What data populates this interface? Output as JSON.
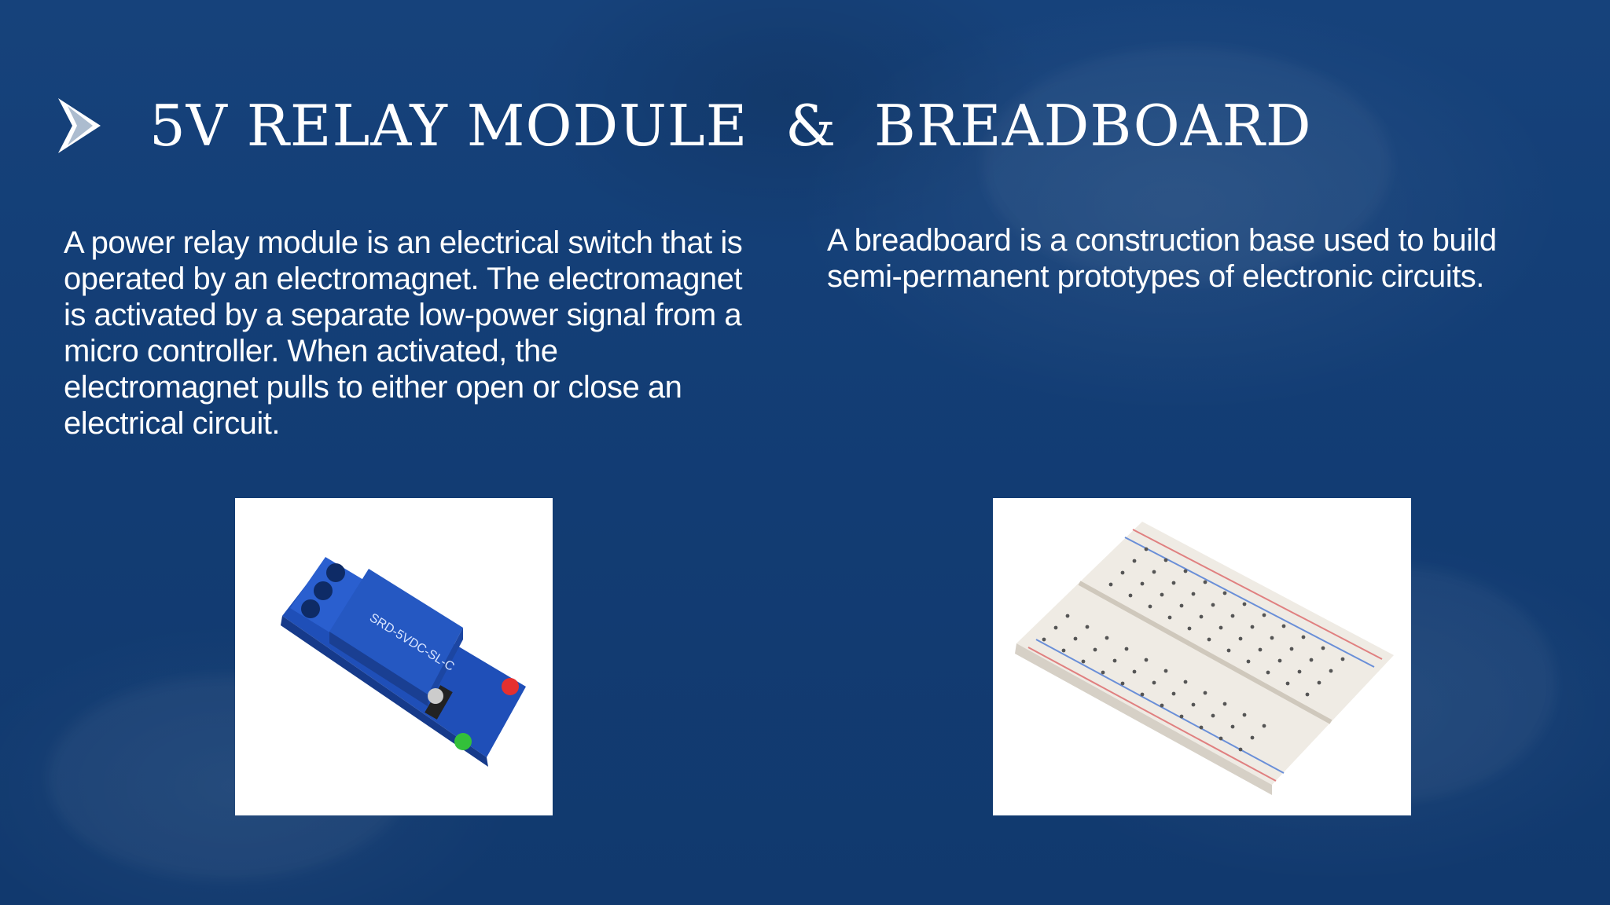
{
  "slide": {
    "title": "5V RELAY MODULE  &  BREADBOARD",
    "bullet_icon": "arrowhead-bullet-icon",
    "left_text": "A power relay module is an electrical switch that is operated by an electromagnet. The electromagnet is activated by a separate low-power signal from a micro controller. When activated, the electromagnet pulls to either open or close an electrical circuit.",
    "right_text": "A breadboard is a construction base used to build semi-permanent prototypes of electronic circuits.",
    "images": {
      "relay_photo": "relay-module-photo",
      "breadboard_photo": "breadboard-photo"
    },
    "colors": {
      "background": "#123e76",
      "text": "#ffffff"
    }
  }
}
